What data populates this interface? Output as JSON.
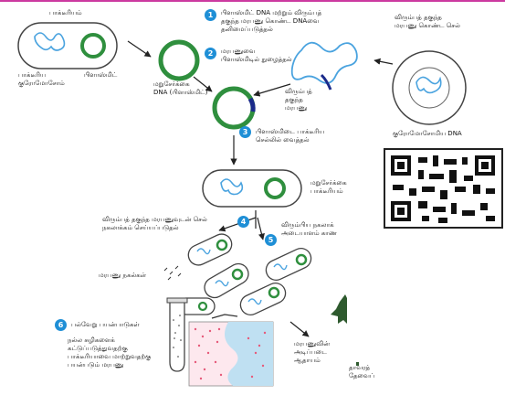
{
  "labels": {
    "bacterium": "பாக்டீரியம்",
    "bacterial_chromosome": "பாக்டீரிய\nகுரோமோசோம்",
    "plasmid": "பிளாஸ்மிட்",
    "recombinant_dna": "மறுசேர்க்கை\nDNA (பிளாஸ்மிட்)",
    "source_cell": "விரும்பத் தகுந்த\nமரபணு கொண்ட செல்",
    "cell_chromosome_dna": "குரோமோசோமிய DNA",
    "gene_of_interest": "விரும்பத்\nதகுந்த\nமரபணு",
    "recombinant_bacterium": "மறுசேர்க்கை\nபாக்டீரியம்",
    "gene_copies": "மரபணு நகல்கள்",
    "protein_text": "மரபணுவின்\nஅடிப்படை\nஆதாயம்",
    "plant_text": "தாவரத்\nதேவைப்"
  },
  "steps": [
    {
      "number": "1",
      "text": "பிளாஸ்மிட் DNA மற்றும் விரும்பத்\nதகுந்த மரபணு கொண்ட DNAவை\nதனிமைப்படுத்தல்"
    },
    {
      "number": "2",
      "text": "மரபணுவை\nபிளாஸ்மிடில் நுழைத்தல்"
    },
    {
      "number": "3",
      "text": "பிளாஸ்மிடை பாக்டீரிய\nசெல்லில் வைத்தல்"
    },
    {
      "number": "4",
      "text": "விரும்பத் தகுந்த மரபணுவுடன் செல்\nநகலாக்கம் செய்யப்படுதல்"
    },
    {
      "number": "5",
      "text": "விரும்பிய நகலாக்\nஅடையாளம் காண"
    },
    {
      "number": "6",
      "text": "பல்வேறு பயன்பாடுகள்"
    }
  ],
  "application_text": "நல்ல சுழிகளைக்\nகட்டுப்படுத்துவதற்கு\nபாக்டீரியாவை மாற்றுவதற்கு\nபயன்படும் மரபணு",
  "colors": {
    "accent": "#1f8fd6",
    "plasmid_green": "#2f8f3e",
    "dna_blue": "#4aa3df",
    "cell_outline": "#444444",
    "pink_dots": "#e65a7a",
    "river_blue": "#bfe0f2",
    "header_line": "#cc3aa0"
  }
}
